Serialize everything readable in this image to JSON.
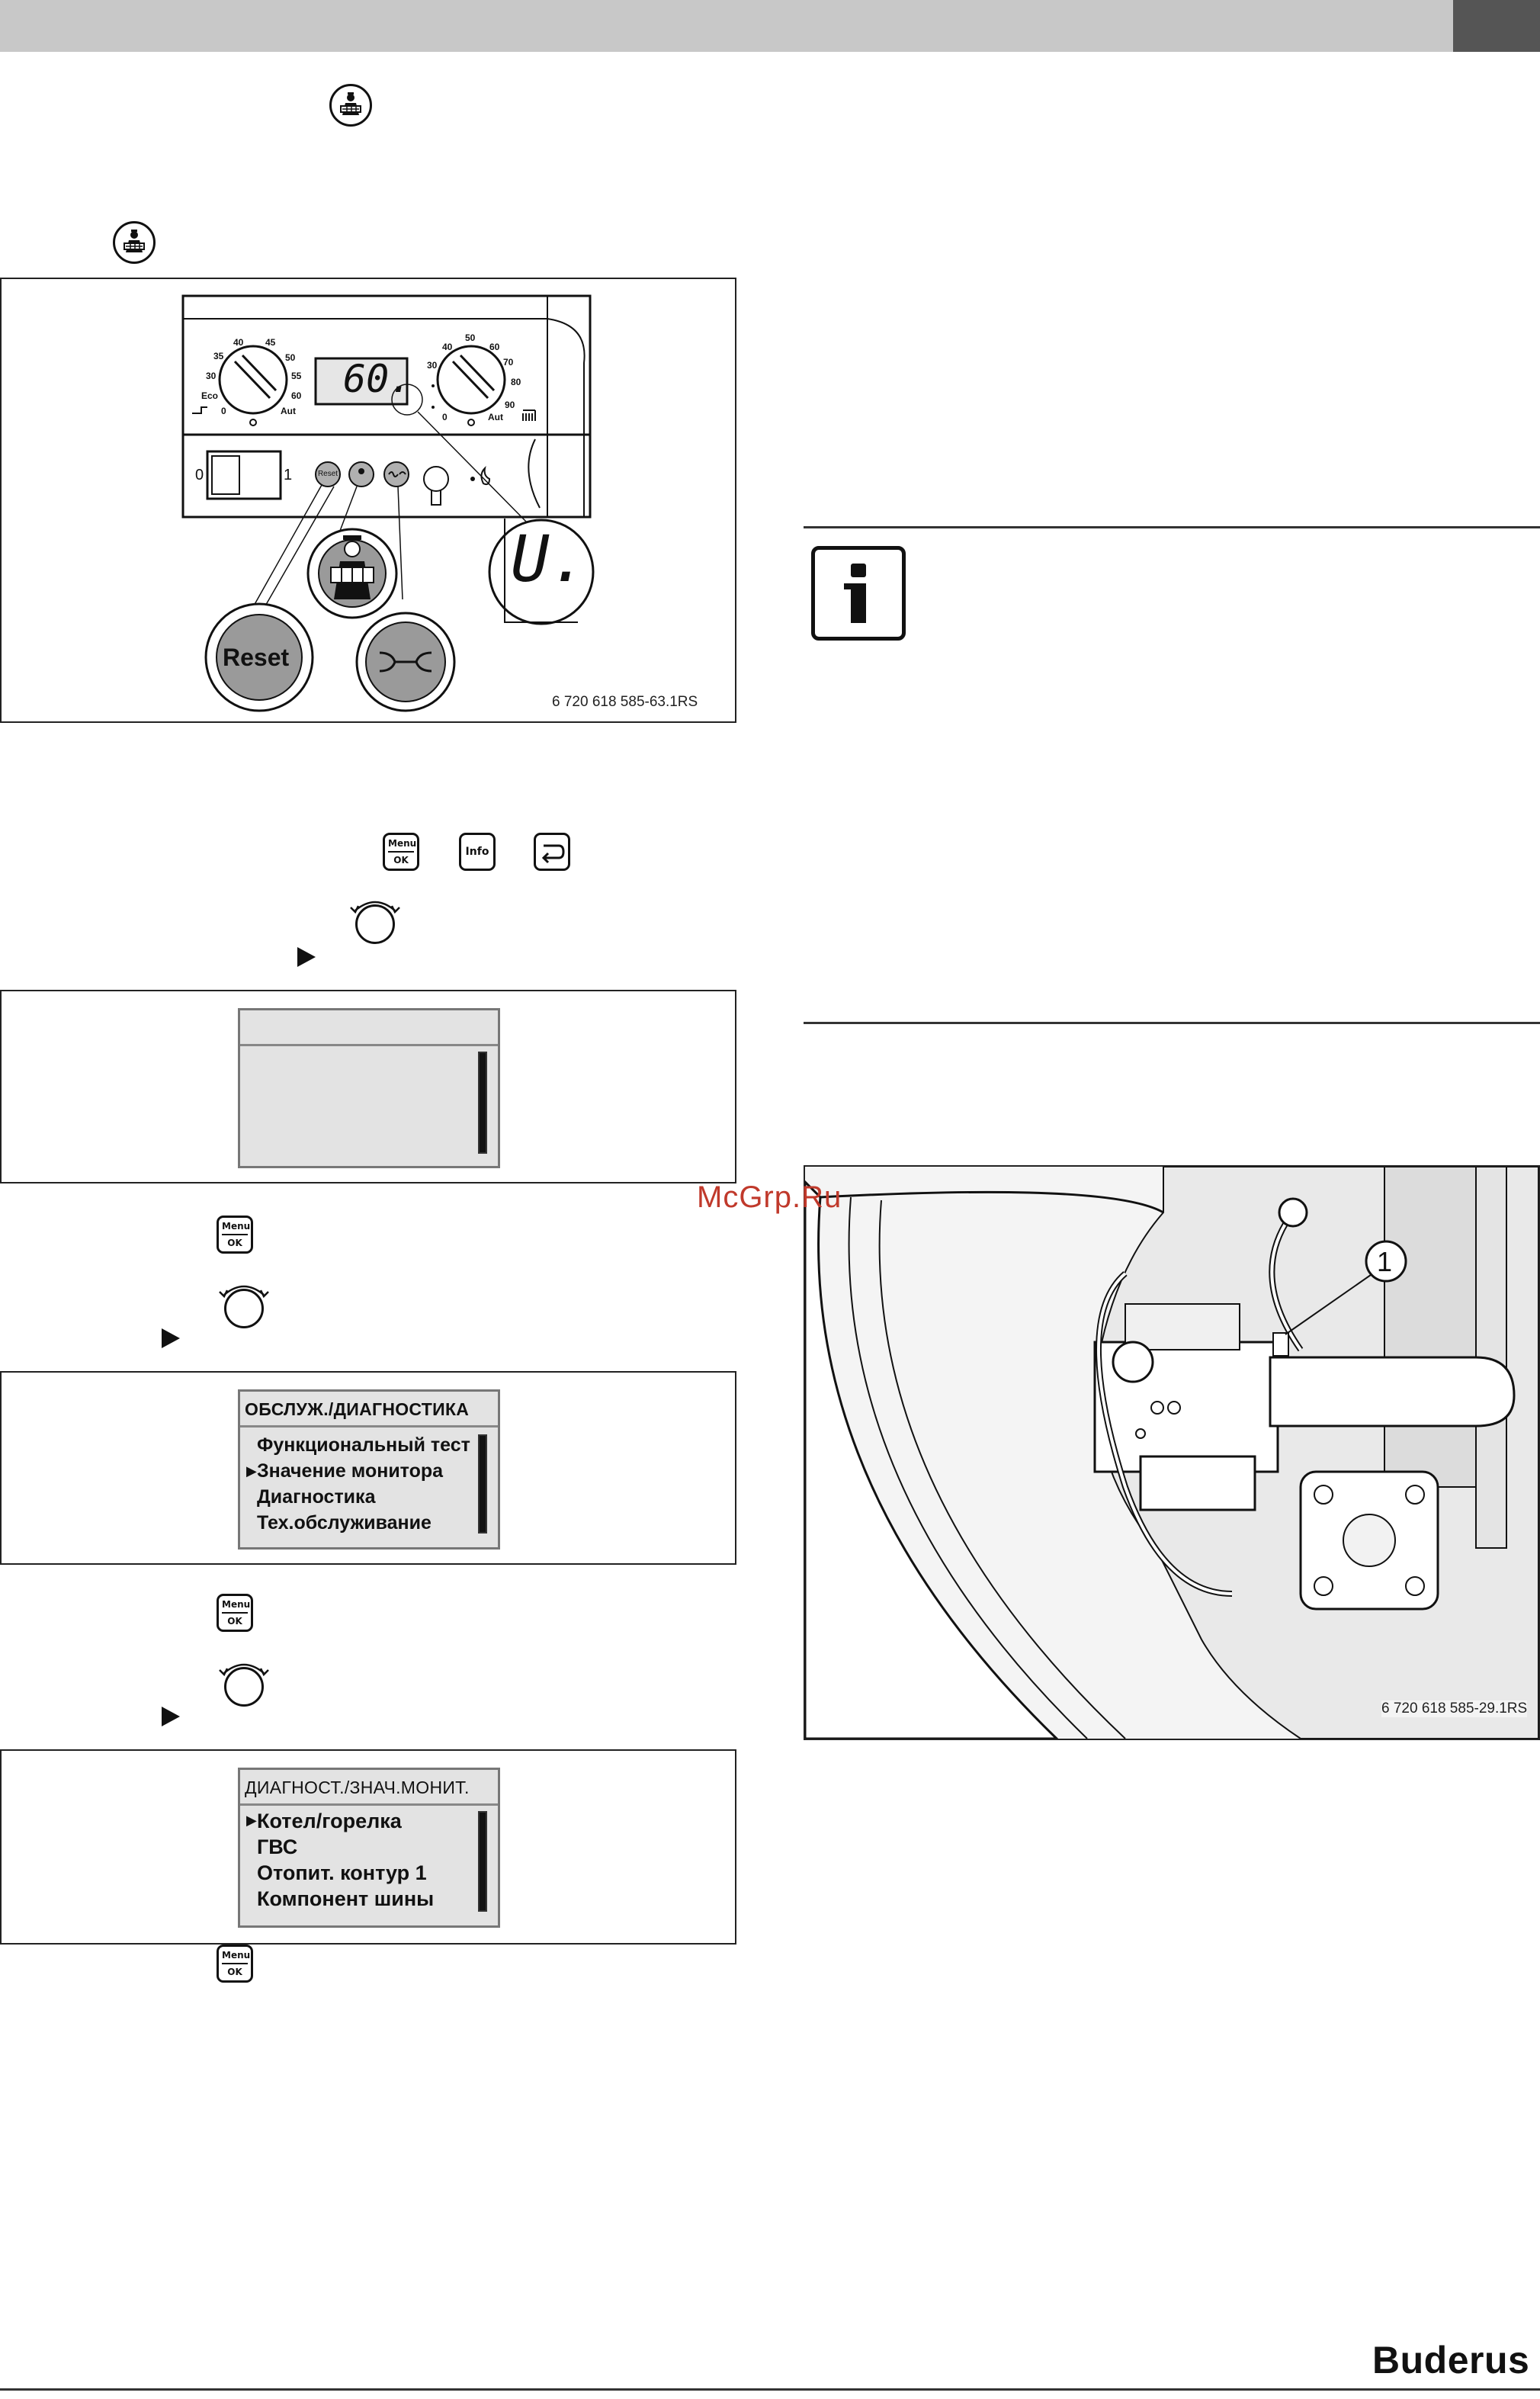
{
  "figure1": {
    "display_value": "60.",
    "display_u": "U.",
    "dial_left_ticks": [
      "40",
      "45",
      "35",
      "50",
      "30",
      "55",
      "Eco",
      "60",
      "0",
      "Aut"
    ],
    "dial_right_ticks": [
      "50",
      "40",
      "60",
      "30",
      "70",
      "80",
      "90",
      "0",
      "Aut"
    ],
    "switch_off": "0",
    "switch_on": "1",
    "reset_small": "Reset",
    "reset_label": "Reset",
    "caption": "6 720 618 585-63.1RS"
  },
  "keys": {
    "menu_top": "Menu",
    "menu_bottom": "OK",
    "info": "Info"
  },
  "screen2": {
    "title": "ОБСЛУЖ./ДИАГНОСТИКА",
    "items": [
      "Функциональный тест",
      "Значение монитора",
      "Диагностика",
      "Тех.обслуживание"
    ]
  },
  "screen3": {
    "title": "ДИАГНОСТ./ЗНАЧ.МОНИТ.",
    "items": [
      "Котел/горелка",
      "ГВС",
      "Отопит. контур 1",
      "Компонент шины"
    ]
  },
  "photo": {
    "callout": "1",
    "caption": "6 720 618 585-29.1RS"
  },
  "watermark": "McGrp.Ru",
  "brand": "Buderus"
}
